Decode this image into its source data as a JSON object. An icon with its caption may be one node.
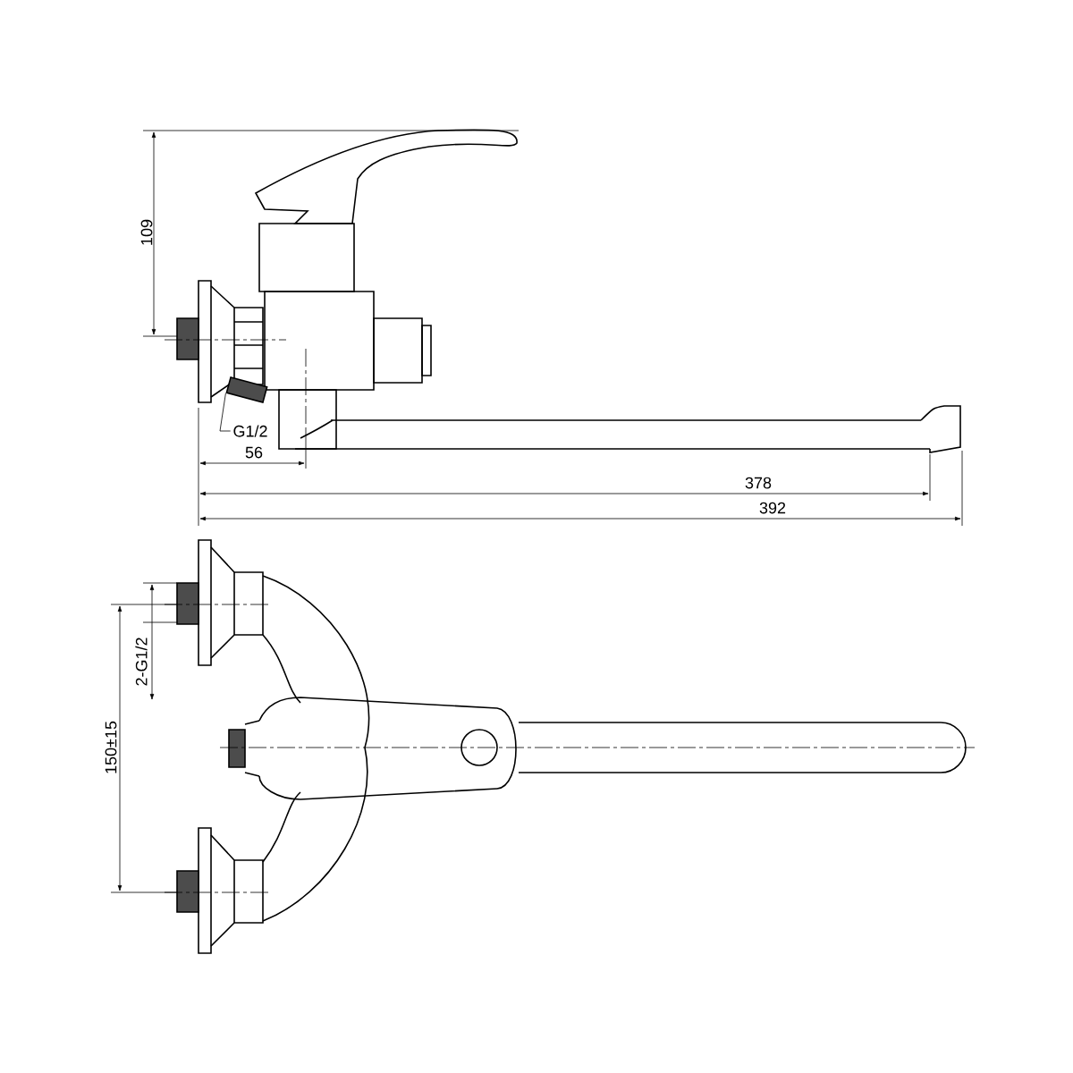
{
  "diagram": {
    "nodes": [
      {
        "text": [
          "G1/2"
        ]
      },
      {
        "text": [],
        "shape": "picture"
      }
    ],
    "edges": [
      {
        "from": 0,
        "to": 1,
        "arrow": "none"
      }
    ],
    "labels": [
      "109",
      "56",
      "378",
      "392",
      "2-G1/2",
      "150±15"
    ]
  }
}
